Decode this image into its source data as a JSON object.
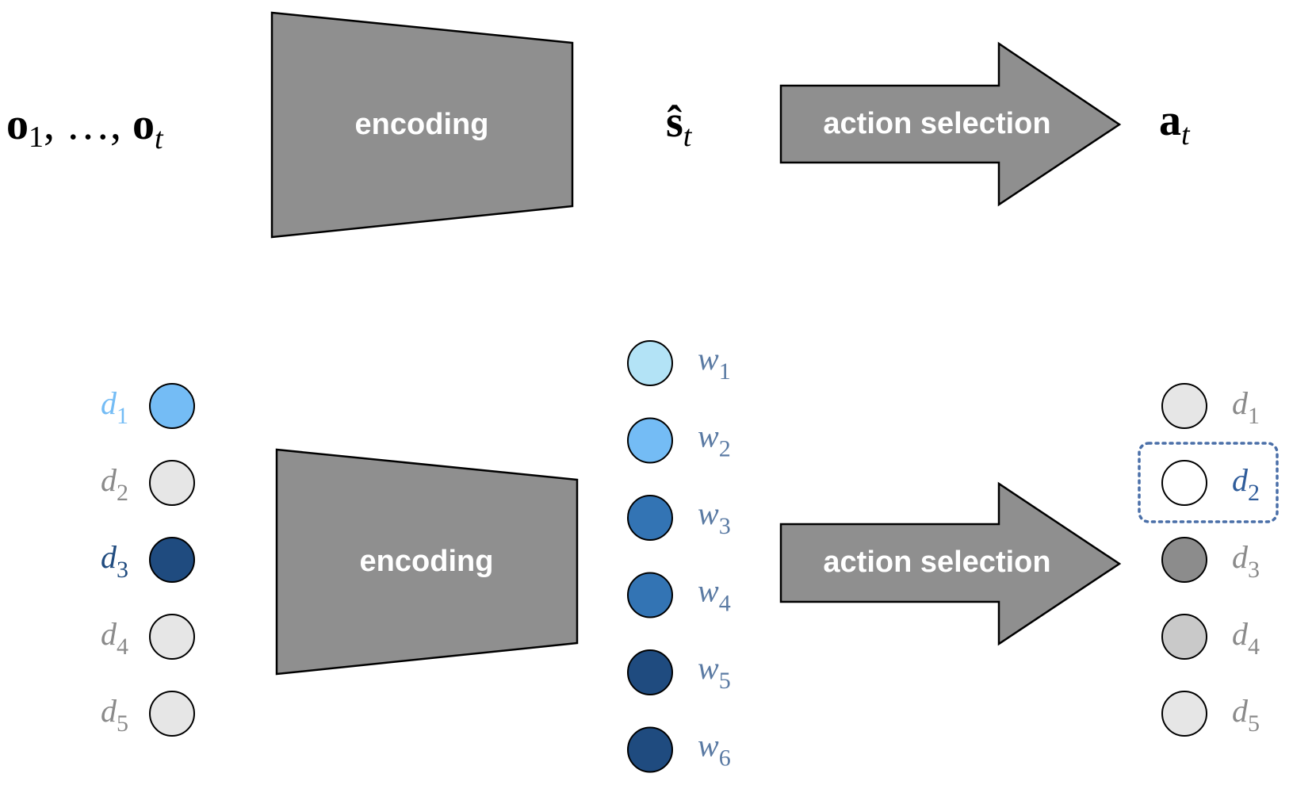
{
  "colors": {
    "shape_gray": "#8f8f8f",
    "light_gray": "#e6e6e6",
    "mid_gray": "#c9c9c9",
    "dark_gray": "#8c8c8c",
    "white": "#ffffff",
    "light_cyan": "#b3e3f6",
    "sky_blue": "#74bcf5",
    "mid_blue": "#3374b4",
    "navy": "#1f4b7f",
    "w_label": "#5a7aa3",
    "gray_label": "#8a8a8a",
    "selected_label": "#2f5c9a",
    "selection_box": "#4a6fa8"
  },
  "top_row": {
    "observations": {
      "symbol": "o",
      "first_sub": "1",
      "separator": ", …, ",
      "last_sub": "t"
    },
    "encoder": {
      "label": "encoding"
    },
    "state": {
      "symbol": "ŝ",
      "sub": "t"
    },
    "policy": {
      "label": "action selection"
    },
    "action": {
      "symbol": "a",
      "sub": "t"
    }
  },
  "bottom_row": {
    "encoder": {
      "label": "encoding"
    },
    "policy": {
      "label": "action selection"
    },
    "inputs": [
      {
        "symbol": "d",
        "sub": "1",
        "fill": "sky_blue",
        "label_color": "sky_blue"
      },
      {
        "symbol": "d",
        "sub": "2",
        "fill": "light_gray",
        "label_color": "gray_label"
      },
      {
        "symbol": "d",
        "sub": "3",
        "fill": "navy",
        "label_color": "navy"
      },
      {
        "symbol": "d",
        "sub": "4",
        "fill": "light_gray",
        "label_color": "gray_label"
      },
      {
        "symbol": "d",
        "sub": "5",
        "fill": "light_gray",
        "label_color": "gray_label"
      }
    ],
    "weights": [
      {
        "symbol": "w",
        "sub": "1",
        "fill": "light_cyan"
      },
      {
        "symbol": "w",
        "sub": "2",
        "fill": "sky_blue"
      },
      {
        "symbol": "w",
        "sub": "3",
        "fill": "mid_blue"
      },
      {
        "symbol": "w",
        "sub": "4",
        "fill": "mid_blue"
      },
      {
        "symbol": "w",
        "sub": "5",
        "fill": "navy"
      },
      {
        "symbol": "w",
        "sub": "6",
        "fill": "navy"
      }
    ],
    "outputs": [
      {
        "symbol": "d",
        "sub": "1",
        "fill": "light_gray",
        "selected": false
      },
      {
        "symbol": "d",
        "sub": "2",
        "fill": "white",
        "selected": true
      },
      {
        "symbol": "d",
        "sub": "3",
        "fill": "dark_gray",
        "selected": false
      },
      {
        "symbol": "d",
        "sub": "4",
        "fill": "mid_gray",
        "selected": false
      },
      {
        "symbol": "d",
        "sub": "5",
        "fill": "light_gray",
        "selected": false
      }
    ]
  }
}
